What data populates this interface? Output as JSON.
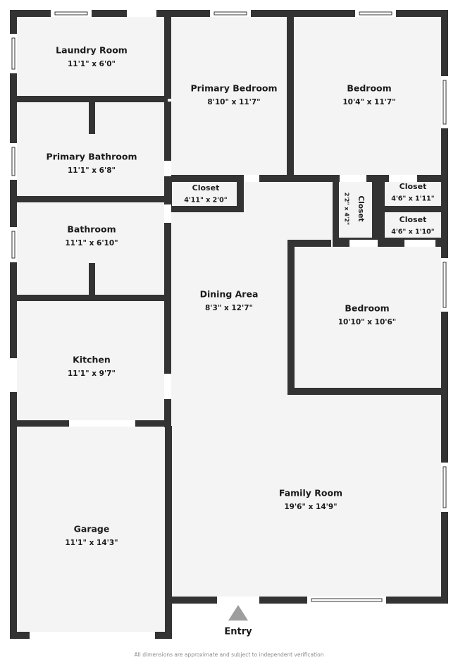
{
  "document": {
    "type": "floor-plan",
    "footer_note": "All dimensions are approximate and subject to independent verification",
    "entry_label": "Entry"
  },
  "colors": {
    "wall": "#333333",
    "room_fill": "#f4f4f4",
    "page_background": "#ffffff",
    "window_frame": "#333333",
    "window_fill": "#ffffff",
    "entry_marker": "#9e9e9e",
    "text": "#1b1b1b",
    "footer_text": "#8a8a8a"
  },
  "rooms": [
    {
      "id": "laundry-room",
      "name": "Laundry Room",
      "dimensions": "11'1\" x 6'0\""
    },
    {
      "id": "primary-bedroom",
      "name": "Primary Bedroom",
      "dimensions": "8'10\" x 11'7\""
    },
    {
      "id": "bedroom-top",
      "name": "Bedroom",
      "dimensions": "10'4\" x 11'7\""
    },
    {
      "id": "primary-bathroom",
      "name": "Primary Bathroom",
      "dimensions": "11'1\" x 6'8\""
    },
    {
      "id": "bathroom",
      "name": "Bathroom",
      "dimensions": "11'1\" x 6'10\""
    },
    {
      "id": "dining-area",
      "name": "Dining Area",
      "dimensions": "8'3\" x 12'7\""
    },
    {
      "id": "kitchen",
      "name": "Kitchen",
      "dimensions": "11'1\" x 9'7\""
    },
    {
      "id": "bedroom-right",
      "name": "Bedroom",
      "dimensions": "10'10\" x 10'6\""
    },
    {
      "id": "family-room",
      "name": "Family Room",
      "dimensions": "19'6\" x 14'9\""
    },
    {
      "id": "garage",
      "name": "Garage",
      "dimensions": "11'1\" x 14'3\""
    }
  ],
  "closets": [
    {
      "id": "closet-primary",
      "name": "Closet",
      "dimensions": "4'11\" x 2'0\"",
      "orientation": "horizontal"
    },
    {
      "id": "closet-center",
      "name": "Closet",
      "dimensions": "2'2\" x 4'2\"",
      "orientation": "vertical"
    },
    {
      "id": "closet-upper-right",
      "name": "Closet",
      "dimensions": "4'6\" x 1'11\"",
      "orientation": "horizontal"
    },
    {
      "id": "closet-lower-right",
      "name": "Closet",
      "dimensions": "4'6\" x 1'10\"",
      "orientation": "horizontal"
    }
  ]
}
